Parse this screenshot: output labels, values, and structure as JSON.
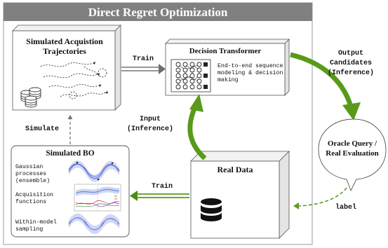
{
  "title": "Direct Regret Optimization",
  "colors": {
    "banner": "#808080",
    "green": "#5a9a1a",
    "green_dashed": "#5f9c25",
    "gray_arrow": "#8a8a8a",
    "curve_blue": "#5b6fd6",
    "band_blue": "#c9d0f3"
  },
  "boxes": {
    "trajectories": {
      "title_line1": "Simulated Acquistion",
      "title_line2": "Trajectories"
    },
    "transformer": {
      "title": "Decision Transformer",
      "desc_line1": "End-to-end sequence",
      "desc_line2": "modeling & decision",
      "desc_line3": "making"
    },
    "simbo": {
      "title": "Simulated BO",
      "item1_line1": "Gaussian",
      "item1_line2": "processes",
      "item1_line3": "(ensemble)",
      "item2_line1": "Acquisition",
      "item2_line2": "functions",
      "item3_line1": "Within-model",
      "item3_line2": "sampling"
    },
    "realdata": {
      "title": "Real Data"
    },
    "oracle": {
      "line1": "Oracle Query /",
      "line2": "Real Evaluation"
    }
  },
  "edges": {
    "train_top": "Train",
    "simulate": "Simulate",
    "input_line1": "Input",
    "input_line2": "(Inference)",
    "output_line1": "Output",
    "output_line2": "Candidates",
    "output_line3": "(Inference)",
    "train_bottom": "Train",
    "label": "label"
  },
  "icons": [
    "database-stack-icon",
    "neural-network-icon",
    "database-icon",
    "trajectory-scribble-icon",
    "gp-plot-icon",
    "acquisition-plot-icon",
    "sampling-plot-icon"
  ]
}
